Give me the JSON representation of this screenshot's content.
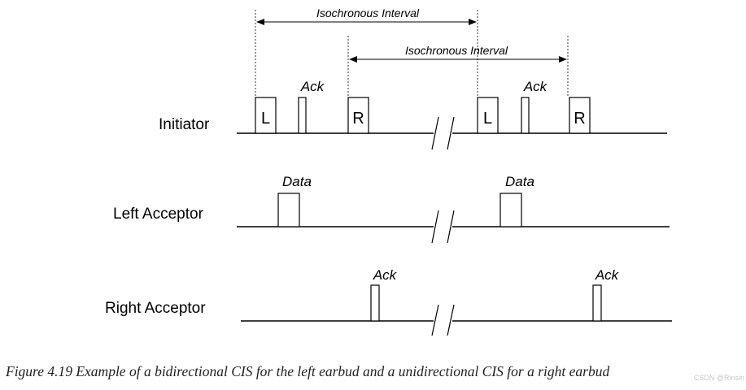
{
  "intervals": [
    {
      "label": "Isochronous Interval"
    },
    {
      "label": "Isochronous Interval"
    }
  ],
  "rows": [
    {
      "label": "Initiator"
    },
    {
      "label": "Left Acceptor"
    },
    {
      "label": "Right Acceptor"
    }
  ],
  "packets": {
    "initiator": [
      {
        "letter": "L"
      },
      {
        "annotation": "Ack"
      },
      {
        "letter": "R"
      },
      {
        "letter": "L"
      },
      {
        "annotation": "Ack"
      },
      {
        "letter": "R"
      }
    ],
    "left_acceptor": [
      {
        "annotation": "Data"
      },
      {
        "annotation": "Data"
      }
    ],
    "right_acceptor": [
      {
        "annotation": "Ack"
      },
      {
        "annotation": "Ack"
      }
    ]
  },
  "caption": "Figure 4.19  Example of a bidirectional CIS for the left earbud and a unidirectional CIS for a right earbud",
  "watermark": "CSDN @Rinsin"
}
